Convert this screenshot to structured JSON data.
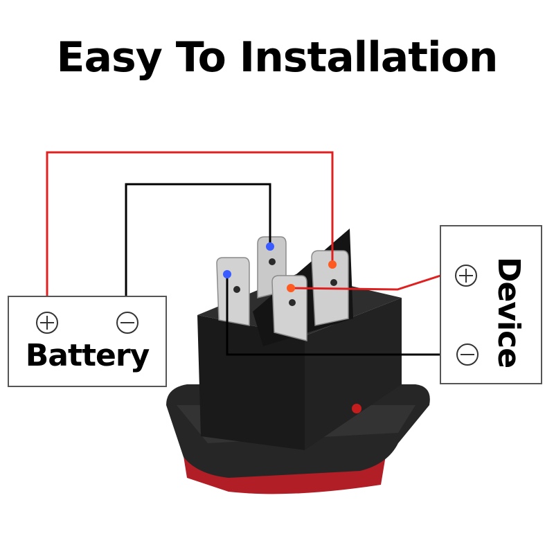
{
  "title": "Easy To Installation",
  "battery": {
    "label": "Battery"
  },
  "device": {
    "label": "Device"
  },
  "colors": {
    "positive_wire": "#e02020",
    "negative_wire": "#000000",
    "marker_blue": "#3a5bff",
    "marker_orange": "#ff5a1f",
    "switch_body": "#1b1b1b",
    "switch_base": "#c8202a",
    "terminal_metal": "#c9c9c9"
  },
  "icons": [
    "plus-circle-icon",
    "minus-circle-icon"
  ]
}
